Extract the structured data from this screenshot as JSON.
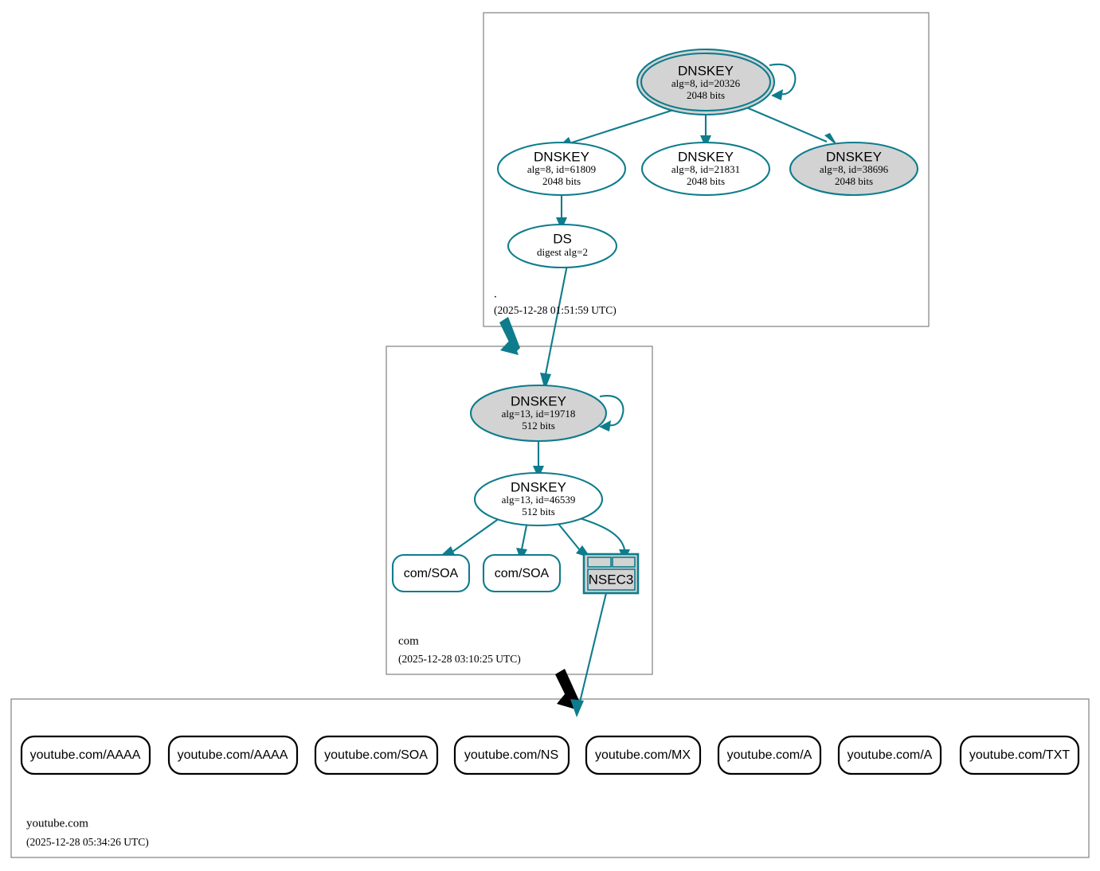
{
  "diagram": {
    "type": "dnssec-authentication-chain",
    "colors": {
      "secure": "#0e7c8c",
      "insecure": "#000000",
      "key_fill": "#d3d3d3",
      "zone_border": "#808080",
      "background": "#ffffff"
    }
  },
  "zones": [
    {
      "id": "root",
      "name": ".",
      "timestamp": "(2025-12-28 01:51:59 UTC)",
      "nodes": [
        {
          "id": "root-ksk",
          "kind": "DNSKEY",
          "title": "DNSKEY",
          "line2": "alg=8, id=20326",
          "line3": "2048 bits",
          "sep": true,
          "filled": true,
          "self_signed": true
        },
        {
          "id": "root-zsk-61809",
          "kind": "DNSKEY",
          "title": "DNSKEY",
          "line2": "alg=8, id=61809",
          "line3": "2048 bits",
          "sep": false,
          "filled": false,
          "self_signed": false
        },
        {
          "id": "root-zsk-21831",
          "kind": "DNSKEY",
          "title": "DNSKEY",
          "line2": "alg=8, id=21831",
          "line3": "2048 bits",
          "sep": false,
          "filled": false,
          "self_signed": false
        },
        {
          "id": "root-zsk-38696",
          "kind": "DNSKEY",
          "title": "DNSKEY",
          "line2": "alg=8, id=38696",
          "line3": "2048 bits",
          "sep": false,
          "filled": true,
          "self_signed": false
        },
        {
          "id": "root-ds",
          "kind": "DS",
          "title": "DS",
          "line2": "digest alg=2",
          "line3": "",
          "sep": false,
          "filled": false,
          "self_signed": false
        }
      ]
    },
    {
      "id": "com",
      "name": "com",
      "timestamp": "(2025-12-28 03:10:25 UTC)",
      "nodes": [
        {
          "id": "com-ksk",
          "kind": "DNSKEY",
          "title": "DNSKEY",
          "line2": "alg=13, id=19718",
          "line3": "512 bits",
          "sep": false,
          "filled": true,
          "self_signed": true
        },
        {
          "id": "com-zsk",
          "kind": "DNSKEY",
          "title": "DNSKEY",
          "line2": "alg=13, id=46539",
          "line3": "512 bits",
          "sep": false,
          "filled": false,
          "self_signed": false
        },
        {
          "id": "com-soa-1",
          "kind": "RRSET",
          "title": "com/SOA"
        },
        {
          "id": "com-soa-2",
          "kind": "RRSET",
          "title": "com/SOA"
        },
        {
          "id": "com-nsec3",
          "kind": "NSEC3",
          "title": "NSEC3"
        }
      ]
    },
    {
      "id": "youtube",
      "name": "youtube.com",
      "timestamp": "(2025-12-28 05:34:26 UTC)",
      "nodes": [
        {
          "id": "yt-aaaa-1",
          "kind": "RRSET",
          "title": "youtube.com/AAAA"
        },
        {
          "id": "yt-aaaa-2",
          "kind": "RRSET",
          "title": "youtube.com/AAAA"
        },
        {
          "id": "yt-soa",
          "kind": "RRSET",
          "title": "youtube.com/SOA"
        },
        {
          "id": "yt-ns",
          "kind": "RRSET",
          "title": "youtube.com/NS"
        },
        {
          "id": "yt-mx",
          "kind": "RRSET",
          "title": "youtube.com/MX"
        },
        {
          "id": "yt-a-1",
          "kind": "RRSET",
          "title": "youtube.com/A"
        },
        {
          "id": "yt-a-2",
          "kind": "RRSET",
          "title": "youtube.com/A"
        },
        {
          "id": "yt-txt",
          "kind": "RRSET",
          "title": "youtube.com/TXT"
        }
      ]
    }
  ]
}
